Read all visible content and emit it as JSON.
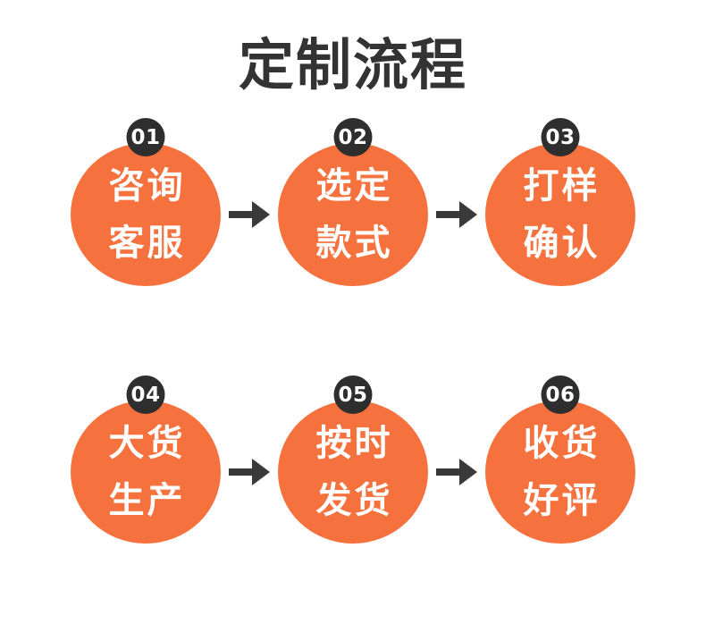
{
  "title": "定制流程",
  "colors": {
    "background": "#FFFFFF",
    "orange": "#F5713D",
    "badge": "#2E2E2E",
    "title_text": "#333333",
    "arrow": "#3A3A3A",
    "step_text": "#FFFFFF"
  },
  "arrow": {
    "icon": "right-arrow",
    "glyph": "→"
  },
  "rows": [
    {
      "steps": [
        {
          "number": "01",
          "line1": "咨询",
          "line2": "客服"
        },
        {
          "number": "02",
          "line1": "选定",
          "line2": "款式"
        },
        {
          "number": "03",
          "line1": "打样",
          "line2": "确认"
        }
      ]
    },
    {
      "steps": [
        {
          "number": "04",
          "line1": "大货",
          "line2": "生产"
        },
        {
          "number": "05",
          "line1": "按时",
          "line2": "发货"
        },
        {
          "number": "06",
          "line1": "收货",
          "line2": "好评"
        }
      ]
    }
  ]
}
